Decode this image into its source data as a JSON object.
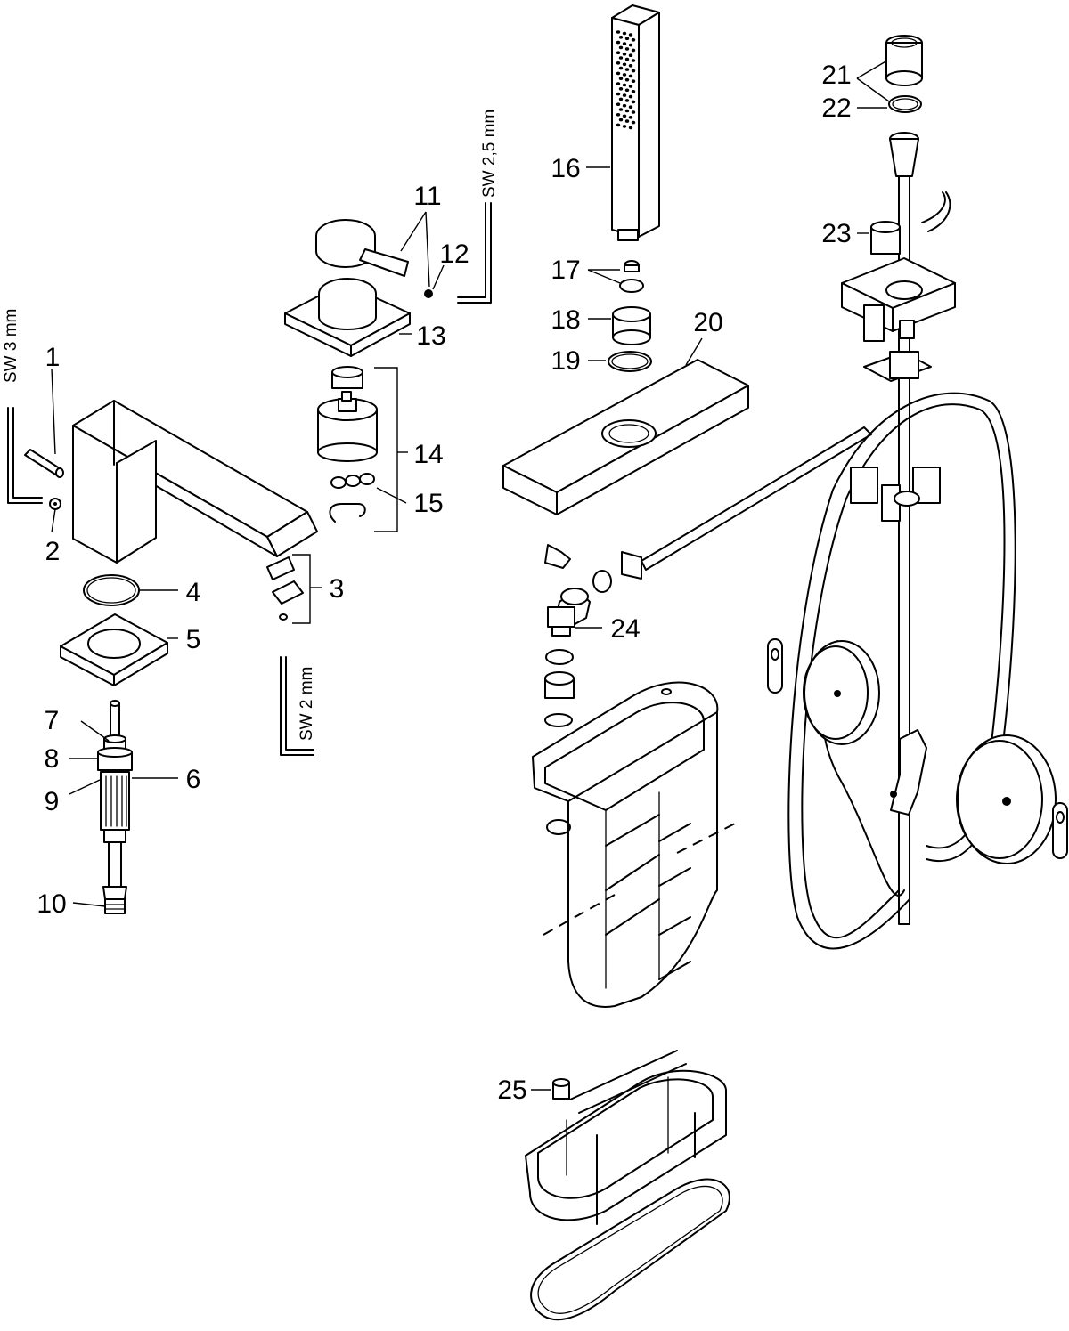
{
  "callouts": {
    "c1": "1",
    "c2": "2",
    "c3": "3",
    "c4": "4",
    "c5": "5",
    "c6": "6",
    "c7": "7",
    "c8": "8",
    "c9": "9",
    "c10": "10",
    "c11": "11",
    "c12": "12",
    "c13": "13",
    "c14": "14",
    "c15": "15",
    "c16": "16",
    "c17": "17",
    "c18": "18",
    "c19": "19",
    "c20": "20",
    "c21": "21",
    "c22": "22",
    "c23": "23",
    "c24": "24",
    "c25": "25"
  },
  "tools": {
    "hex_3": "SW 3 mm",
    "hex_2_5": "SW 2,5 mm",
    "hex_2": "SW 2 mm"
  }
}
